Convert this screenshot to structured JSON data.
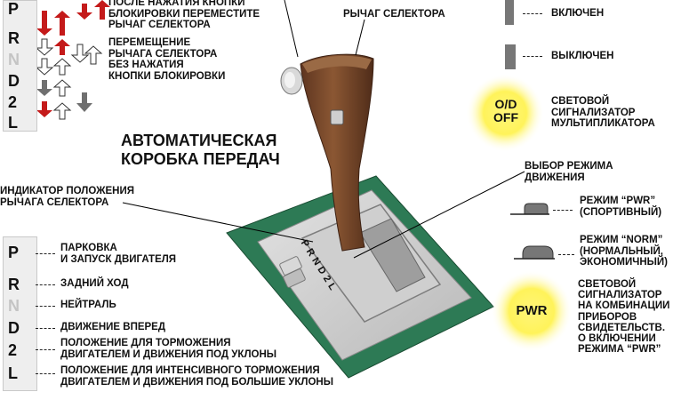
{
  "title_line1": "АВТОМАТИЧЕСКАЯ",
  "title_line2": "КОРОБКА ПЕРЕДАЧ",
  "lever_label": "РЫЧАГ СЕЛЕКТОРА",
  "top_instr": {
    "line1": "ПОСЛЕ НАЖАТИЯ КНОПКИ",
    "line2": "БЛОКИРОВКИ ПЕРЕМЕСТИТЕ",
    "line3": "РЫЧАГ СЕЛЕКТОРА"
  },
  "mid_instr": {
    "line1": "ПЕРЕМЕЩЕНИЕ",
    "line2": "РЫЧАГА СЕЛЕКТОРА",
    "line3": "БЕЗ НАЖАТИЯ",
    "line4": "КНОПКИ БЛОКИРОВКИ"
  },
  "indicator_label": {
    "line1": "ИНДИКАТОР ПОЛОЖЕНИЯ",
    "line2": "РЫЧАГА СЕЛЕКТОРА"
  },
  "mode_select_label": {
    "line1": "ВЫБОР РЕЖИМА",
    "line2": "ДВИЖЕНИЯ"
  },
  "gears_top": [
    "P",
    "R",
    "N",
    "D",
    "2",
    "L"
  ],
  "gears": [
    {
      "key": "P",
      "desc1": "ПАРКОВКА",
      "desc2": "И ЗАПУСК ДВИГАТЕЛЯ"
    },
    {
      "key": "R",
      "desc1": "ЗАДНИЙ ХОД",
      "desc2": ""
    },
    {
      "key": "N",
      "desc1": "НЕЙТРАЛЬ",
      "desc2": ""
    },
    {
      "key": "D",
      "desc1": "ДВИЖЕНИЕ ВПЕРЕД",
      "desc2": ""
    },
    {
      "key": "2",
      "desc1": "ПОЛОЖЕНИЕ ДЛЯ ТОРМОЖЕНИЯ",
      "desc2": "ДВИГАТЕЛЕМ И ДВИЖЕНИЯ ПОД УКЛОНЫ"
    },
    {
      "key": "L",
      "desc1": "ПОЛОЖЕНИЕ ДЛЯ ИНТЕНСИВНОГО ТОРМОЖЕНИЯ",
      "desc2": "ДВИГАТЕЛЕМ И ДВИЖЕНИЯ ПОД БОЛЬШИЕ УКЛОНЫ"
    }
  ],
  "od_on": "ВКЛЮЧЕН",
  "od_off": "ВЫКЛЮЧЕН",
  "od_lamp_line1": "O/D",
  "od_lamp_line2": "OFF",
  "od_desc": {
    "line1": "СВЕТОВОЙ",
    "line2": "СИГНАЛИЗАТОР",
    "line3": "МУЛЬТИПЛИКАТОРА"
  },
  "pwr_mode": {
    "line1": "РЕЖИМ “PWR”",
    "line2": "(СПОРТИВНЫЙ)"
  },
  "norm_mode": {
    "line1": "РЕЖИМ “NORM”",
    "line2": "(НОРМАЛЬНЫЙ,",
    "line3": "ЭКОНОМИЧНЫЙ)"
  },
  "pwr_lamp": "PWR",
  "pwr_desc": {
    "line1": "СВЕТОВОЙ",
    "line2": "СИГНАЛИЗАТОР",
    "line3": "НА КОМБИНАЦИИ",
    "line4": "ПРИБОРОВ",
    "line5": "СВИДЕТЕЛЬСТВ.",
    "line6": "О ВКЛЮЧЕНИИ",
    "line7": "РЕЖИМА “PWR”"
  },
  "gate_letters": [
    "P",
    "R",
    "N",
    "D",
    "2",
    "L"
  ],
  "colors": {
    "red": "#c41a1a",
    "green": "#2d7a55",
    "lever": "#7a4a2c",
    "lamp": "#fff04a"
  }
}
